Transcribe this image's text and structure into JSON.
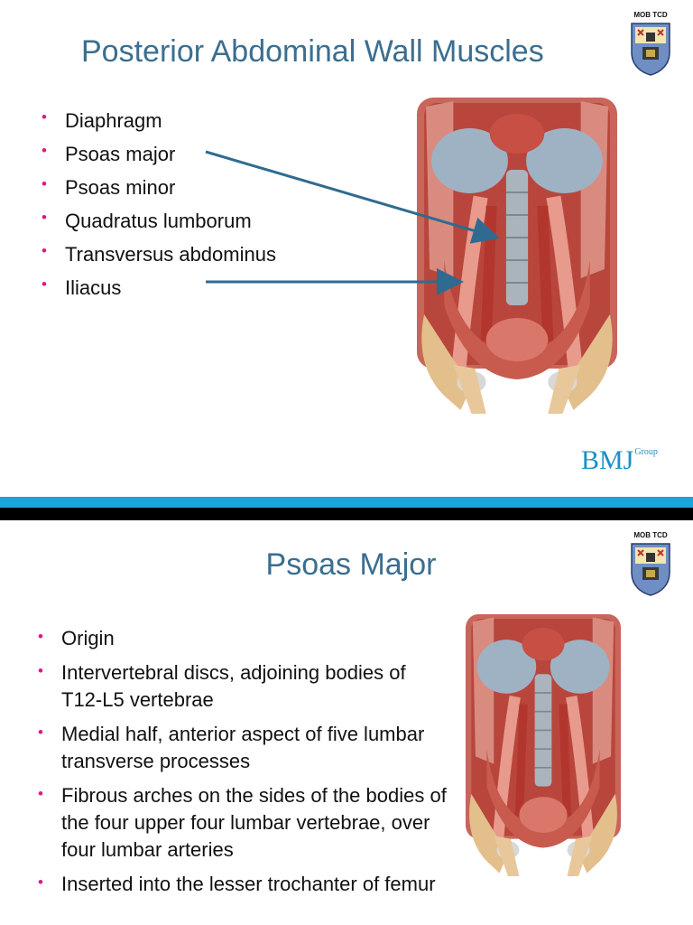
{
  "slide1": {
    "title": "Posterior Abdominal Wall Muscles",
    "logo_text": "MOB TCD",
    "bullets": [
      "Diaphragm",
      "Psoas major",
      "Psoas minor",
      "Quadratus lumborum",
      "Transversus abdominus",
      "Iliacus"
    ],
    "brand": {
      "main": "BMJ",
      "sub": "Group"
    }
  },
  "slide2": {
    "title": "Psoas Major",
    "logo_text": "MOB TCD",
    "bullets": [
      "Origin",
      "Intervertebral discs, adjoining bodies of T12-L5 vertebrae",
      "Medial half, anterior aspect of five lumbar transverse processes",
      "Fibrous arches on the sides of the bodies of the four upper four lumbar vertebrae, over four lumbar arteries",
      "Inserted into the lesser trochanter of femur"
    ]
  },
  "colors": {
    "title": "#3b6e8f",
    "bullet": "#e0197d",
    "divider_blue": "#1aa3dd",
    "arrow": "#2f6b90",
    "brand": "#1d8fc6"
  }
}
